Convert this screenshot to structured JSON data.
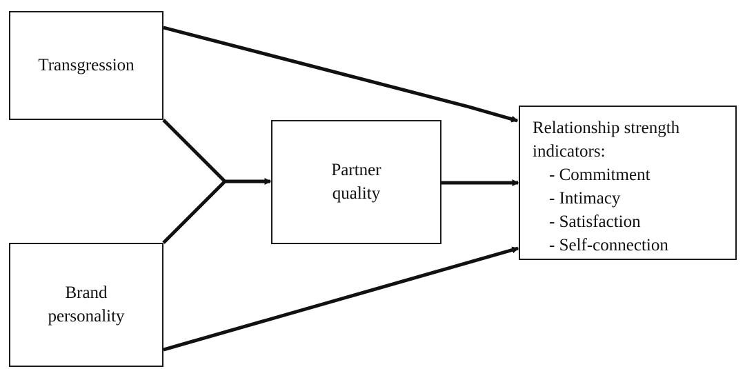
{
  "nodes": {
    "transgression": {
      "label": "Transgression"
    },
    "brand_personality": {
      "lines": [
        "Brand",
        "personality"
      ]
    },
    "partner_quality": {
      "lines": [
        "Partner",
        "quality"
      ]
    },
    "relationship_strength": {
      "title_lines": [
        "Relationship strength",
        "indicators:"
      ],
      "items": [
        "- Commitment",
        "- Intimacy",
        "- Satisfaction",
        "- Self-connection"
      ]
    }
  },
  "edges": [
    {
      "from": "Transgression",
      "to": "Relationship strength indicators"
    },
    {
      "from": "Transgression + Brand personality",
      "to": "Partner quality"
    },
    {
      "from": "Partner quality",
      "to": "Relationship strength indicators"
    },
    {
      "from": "Brand personality",
      "to": "Relationship strength indicators"
    }
  ],
  "colors": {
    "line": "#111111",
    "border": "#1a1a1a",
    "background": "#ffffff"
  }
}
